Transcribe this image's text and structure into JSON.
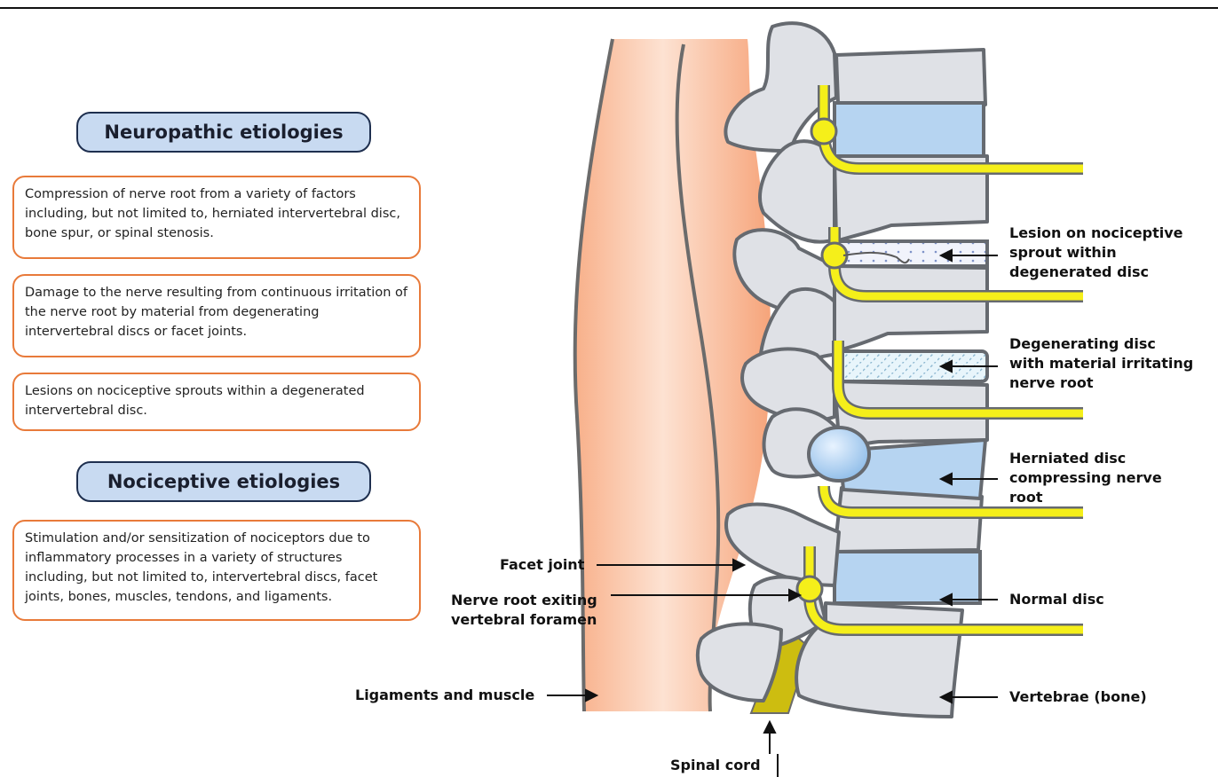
{
  "headings": {
    "neuropathic": "Neuropathic etiologies",
    "nociceptive": "Nociceptive etiologies"
  },
  "neuropathic_items": [
    "Compression of nerve root from a variety of factors including, but not limited to, herniated intervertebral disc, bone spur, or spinal stenosis.",
    "Damage to the nerve resulting from continuous irritation of the nerve root by material from degenerating intervertebral discs or facet joints.",
    "Lesions on nociceptive sprouts within a degenerated intervertebral disc."
  ],
  "nociceptive_items": [
    "Stimulation and/or sensitization of nociceptors due to inflammatory processes in a variety of structures including, but not limited to, intervertebral discs, facet joints, bones, muscles, tendons, and ligaments."
  ],
  "labels": {
    "lesion": [
      "Lesion on nociceptive",
      "sprout within",
      "degenerated disc"
    ],
    "degenerating": [
      "Degenerating disc",
      "with material irritating",
      "nerve root"
    ],
    "herniated": [
      "Herniated disc",
      "compressing nerve",
      "root"
    ],
    "normal_disc": "Normal disc",
    "vertebrae": "Vertebrae (bone)",
    "facet_joint": "Facet joint",
    "nerve_root": [
      "Nerve root exiting",
      "vertebral foramen"
    ],
    "ligaments": "Ligaments and muscle",
    "spinal_cord": "Spinal cord"
  },
  "colors": {
    "pill_fill": "#c8daf1",
    "pill_border": "#1e2f4f",
    "box_border": "#e87a3a",
    "bone": "#dfe1e6",
    "bone_outline": "#666a70",
    "disc": "#b6d4f1",
    "nerve": "#f5ef1a",
    "cord": "#cdbd10",
    "muscle": "#f6b08c"
  }
}
